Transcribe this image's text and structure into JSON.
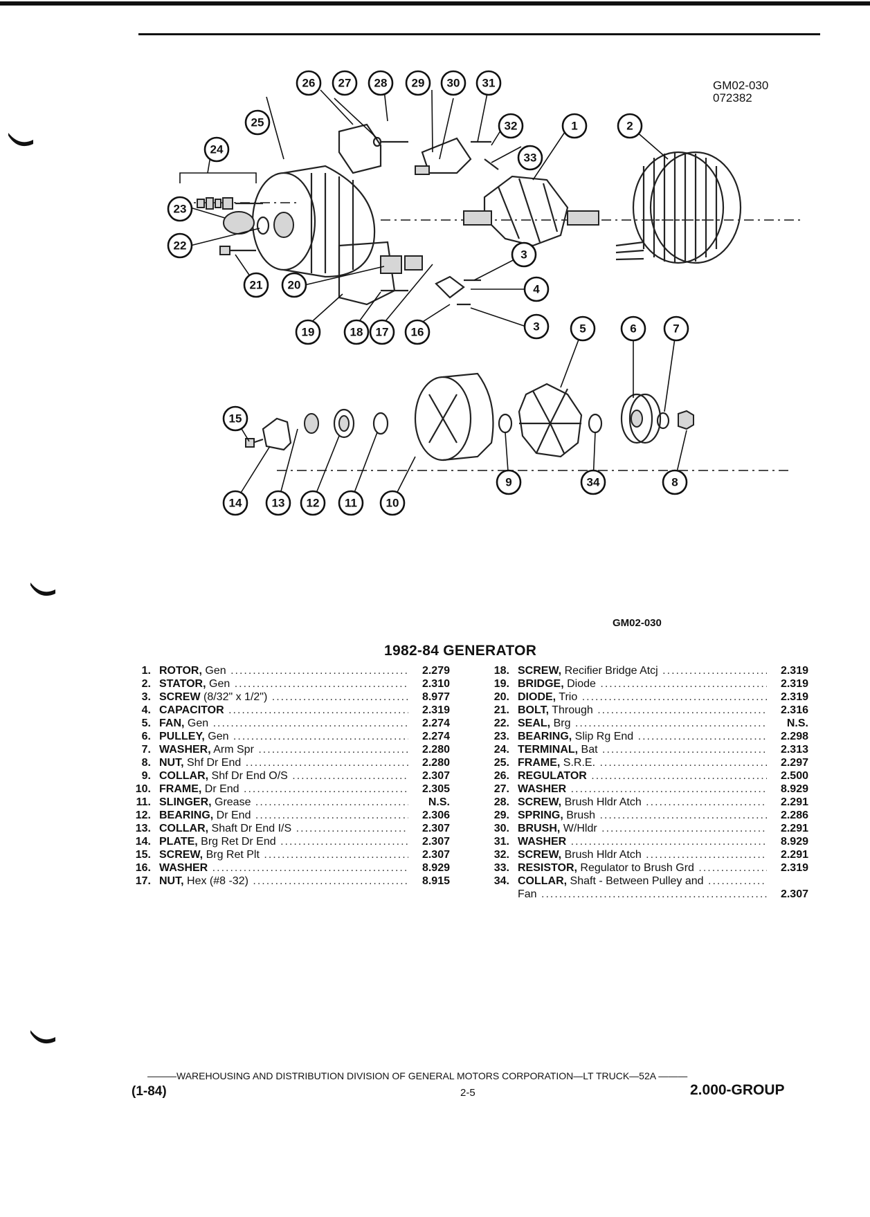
{
  "header": {
    "figure_id": "GM02-030",
    "figure_date": "072382"
  },
  "diagram": {
    "callouts": [
      "1",
      "2",
      "3",
      "4",
      "5",
      "6",
      "7",
      "8",
      "9",
      "10",
      "11",
      "12",
      "13",
      "14",
      "15",
      "16",
      "17",
      "18",
      "19",
      "20",
      "21",
      "22",
      "23",
      "24",
      "25",
      "26",
      "27",
      "28",
      "29",
      "30",
      "31",
      "32",
      "33",
      "34"
    ]
  },
  "figure_caption": "GM02-030",
  "section_title": "1982-84 GENERATOR",
  "parts_left": [
    {
      "num": "1.",
      "name": "ROTOR,",
      "desc": " Gen",
      "code": "2.279"
    },
    {
      "num": "2.",
      "name": "STATOR,",
      "desc": " Gen",
      "code": "2.310"
    },
    {
      "num": "3.",
      "name": "SCREW",
      "desc": " (8/32\" x 1/2\")",
      "code": "8.977"
    },
    {
      "num": "4.",
      "name": "CAPACITOR",
      "desc": "",
      "code": "2.319"
    },
    {
      "num": "5.",
      "name": "FAN,",
      "desc": " Gen",
      "code": "2.274"
    },
    {
      "num": "6.",
      "name": "PULLEY,",
      "desc": " Gen",
      "code": "2.274"
    },
    {
      "num": "7.",
      "name": "WASHER,",
      "desc": " Arm Spr",
      "code": "2.280"
    },
    {
      "num": "8.",
      "name": "NUT,",
      "desc": " Shf Dr End",
      "code": "2.280"
    },
    {
      "num": "9.",
      "name": "COLLAR,",
      "desc": " Shf Dr End O/S",
      "code": "2.307"
    },
    {
      "num": "10.",
      "name": "FRAME,",
      "desc": " Dr End",
      "code": "2.305"
    },
    {
      "num": "11.",
      "name": "SLINGER,",
      "desc": " Grease",
      "code": "N.S."
    },
    {
      "num": "12.",
      "name": "BEARING,",
      "desc": " Dr End",
      "code": "2.306"
    },
    {
      "num": "13.",
      "name": "COLLAR,",
      "desc": " Shaft Dr End I/S",
      "code": "2.307"
    },
    {
      "num": "14.",
      "name": "PLATE,",
      "desc": " Brg Ret Dr End",
      "code": "2.307"
    },
    {
      "num": "15.",
      "name": "SCREW,",
      "desc": " Brg Ret Plt",
      "code": "2.307"
    },
    {
      "num": "16.",
      "name": "WASHER",
      "desc": "",
      "code": "8.929"
    },
    {
      "num": "17.",
      "name": "NUT,",
      "desc": " Hex (#8 -32)",
      "code": "8.915"
    }
  ],
  "parts_right": [
    {
      "num": "18.",
      "name": "SCREW,",
      "desc": " Recifier Bridge Atcj",
      "code": "2.319"
    },
    {
      "num": "19.",
      "name": "BRIDGE,",
      "desc": " Diode",
      "code": "2.319"
    },
    {
      "num": "20.",
      "name": "DIODE,",
      "desc": " Trio",
      "code": "2.319"
    },
    {
      "num": "21.",
      "name": "BOLT,",
      "desc": " Through",
      "code": "2.316"
    },
    {
      "num": "22.",
      "name": "SEAL,",
      "desc": " Brg",
      "code": "N.S."
    },
    {
      "num": "23.",
      "name": "BEARING,",
      "desc": " Slip Rg End",
      "code": "2.298"
    },
    {
      "num": "24.",
      "name": "TERMINAL,",
      "desc": " Bat",
      "code": "2.313"
    },
    {
      "num": "25.",
      "name": "FRAME,",
      "desc": " S.R.E.",
      "code": "2.297"
    },
    {
      "num": "26.",
      "name": "REGULATOR",
      "desc": "",
      "code": "2.500"
    },
    {
      "num": "27.",
      "name": "WASHER",
      "desc": "",
      "code": "8.929"
    },
    {
      "num": "28.",
      "name": "SCREW,",
      "desc": " Brush Hldr Atch",
      "code": "2.291"
    },
    {
      "num": "29.",
      "name": "SPRING,",
      "desc": " Brush",
      "code": "2.286"
    },
    {
      "num": "30.",
      "name": "BRUSH,",
      "desc": " W/Hldr",
      "code": "2.291"
    },
    {
      "num": "31.",
      "name": "WASHER",
      "desc": "",
      "code": "8.929"
    },
    {
      "num": "32.",
      "name": "SCREW,",
      "desc": " Brush Hldr Atch",
      "code": "2.291"
    },
    {
      "num": "33.",
      "name": "RESISTOR,",
      "desc": " Regulator to Brush Grd",
      "code": "2.319"
    },
    {
      "num": "34.",
      "name": "COLLAR,",
      "desc": " Shaft - Between Pulley and",
      "code": ""
    }
  ],
  "parts_right_continuation": {
    "desc": "Fan",
    "code": "2.307"
  },
  "footer": {
    "publisher_line": "———WAREHOUSING AND DISTRIBUTION DIVISION OF GENERAL MOTORS CORPORATION—LT TRUCK—52A ———",
    "revision_date": "(1-84)",
    "page_number": "2-5",
    "group": "2.000-GROUP"
  }
}
